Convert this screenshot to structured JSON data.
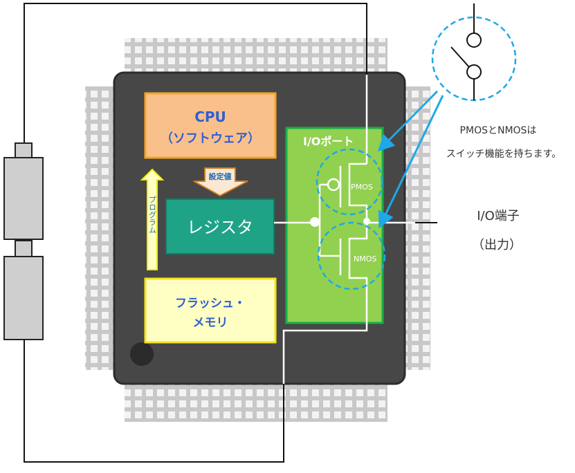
{
  "cpu": {
    "line1": "CPU",
    "line2": "（ソフトウェア）"
  },
  "setting_arrow": {
    "label": "設定値"
  },
  "program_arrow": {
    "label": "プログラム"
  },
  "register": {
    "label": "レジスタ"
  },
  "flash": {
    "line1": "フラッシュ・",
    "line2": "メモリ"
  },
  "io_port": {
    "title": "I/Oポート",
    "pmos": "PMOS",
    "nmos": "NMOS"
  },
  "note": {
    "line1": "PMOSとNMOSは",
    "line2": "スイッチ機能を持ちます。"
  },
  "terminal": {
    "line1": "I/O端子",
    "line2": "（出力）"
  },
  "colors": {
    "cpu_fill": "#f9c08c",
    "cpu_border": "#f5a623",
    "register": "#1fa386",
    "flash_fill": "#ffffc4",
    "flash_border": "#f5e41a",
    "io_fill": "#92d050",
    "io_border": "#18ad4a",
    "accent_blue": "#1ea8e6",
    "label_blue": "#2f5fd0"
  }
}
